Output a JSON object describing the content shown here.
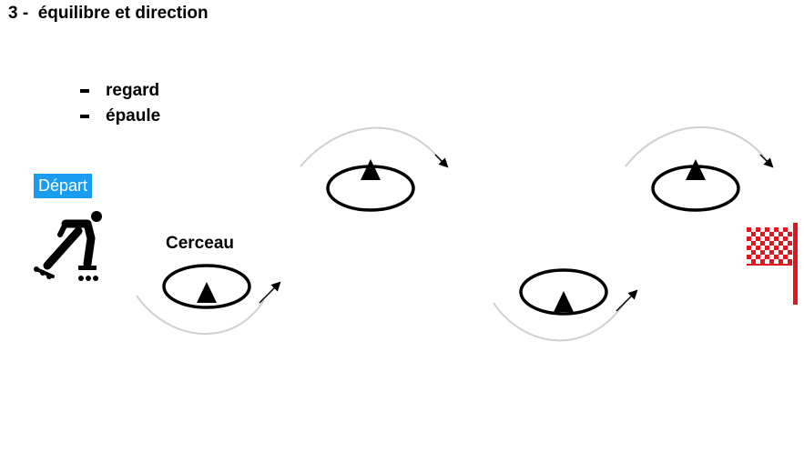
{
  "title": "3 -  équilibre et direction",
  "bullets": [
    "regard",
    "épaule"
  ],
  "start_label": "Départ",
  "hoop_label": "Cerceau",
  "icons": {
    "skater": "inline-skater-icon",
    "finish": "checkered-finish-flag-icon"
  },
  "colors": {
    "start_badge": "#1a9cf0",
    "path": "#d0d0d0",
    "flag": "#e8141d"
  }
}
